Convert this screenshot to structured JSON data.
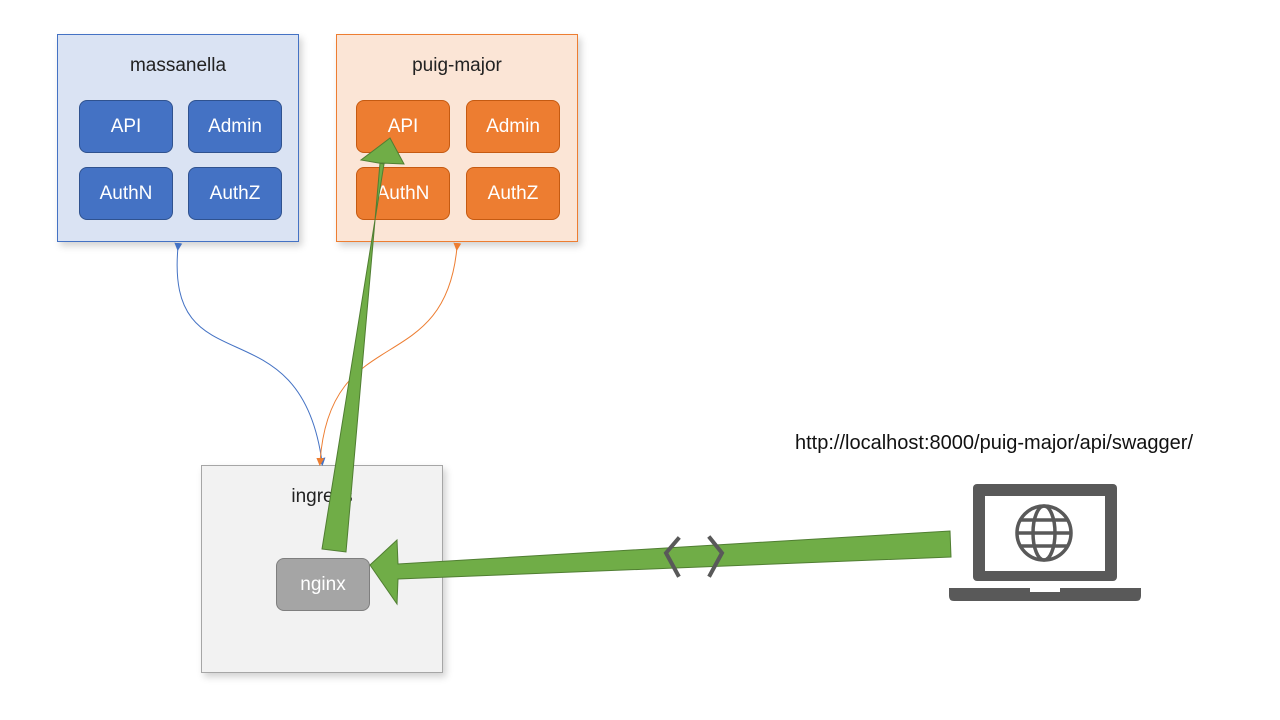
{
  "clusters": {
    "massanella": {
      "title": "massanella",
      "services": [
        "API",
        "Admin",
        "AuthN",
        "AuthZ"
      ]
    },
    "puig_major": {
      "title": "puig-major",
      "services": [
        "API",
        "Admin",
        "AuthN",
        "AuthZ"
      ]
    },
    "ingress": {
      "title": "ingress",
      "service": "nginx"
    }
  },
  "client": {
    "url": "http://localhost:8000/puig-major/api/swagger/",
    "icon": "laptop-globe-icon"
  },
  "colors": {
    "blue": "#4472c4",
    "orange": "#ed7d31",
    "gray": "#a5a5a5",
    "green_arrow": "#70ad47",
    "laptop": "#595959"
  }
}
